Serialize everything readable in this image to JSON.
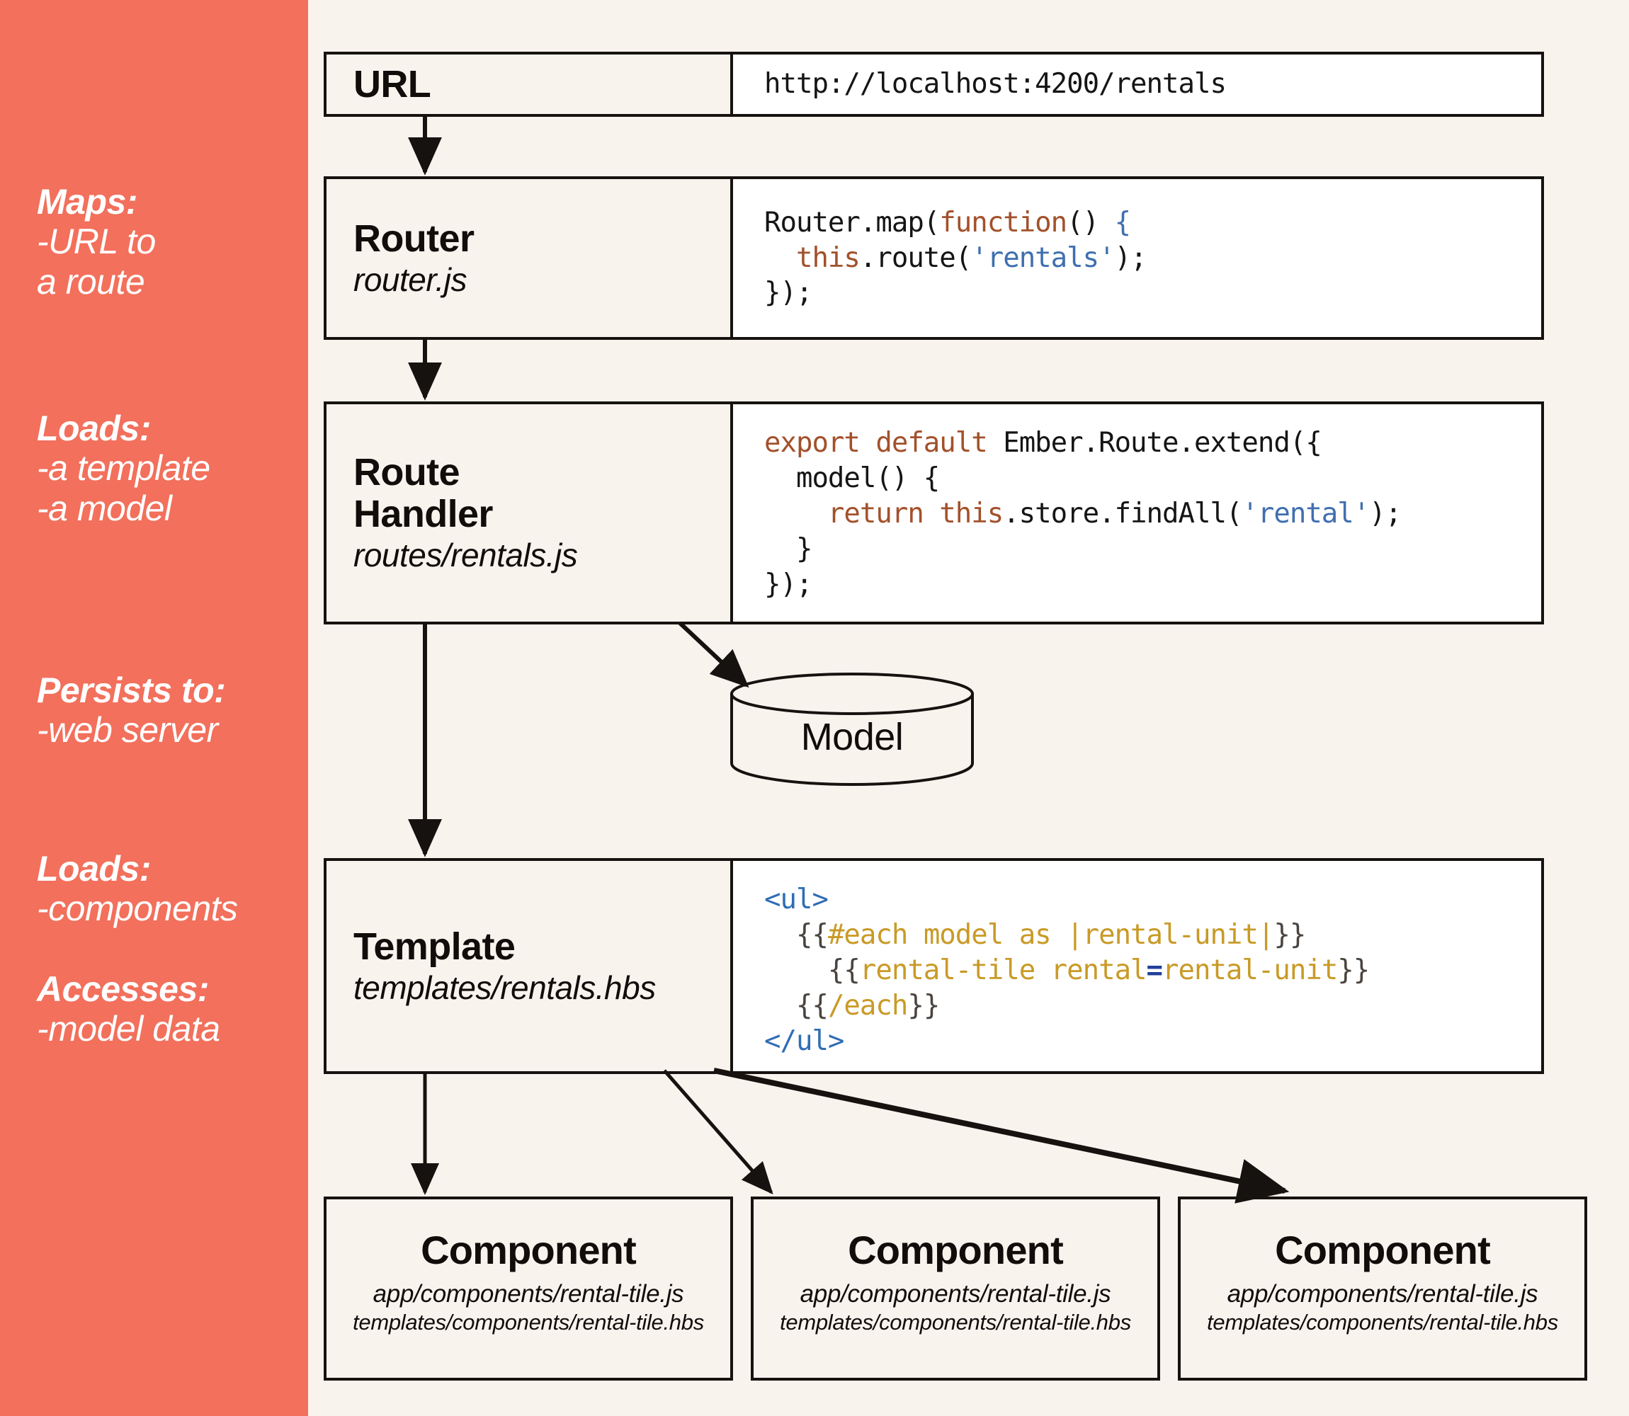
{
  "colors": {
    "sidebar_bg": "#f2705c",
    "page_bg": "#f9f3ee",
    "box_border": "#16120f",
    "code_bg": "#ffffff",
    "syntax_keyword": "#a2512b",
    "syntax_string": "#3f6fb0",
    "syntax_tag": "#2f6db5",
    "syntax_handlebars": "#c99a26",
    "syntax_equals": "#21409a",
    "text": "#100d0b"
  },
  "sidebar": {
    "groups": [
      {
        "heading": "Maps:",
        "lines": [
          "-URL to",
          "a route"
        ]
      },
      {
        "heading": "Loads:",
        "lines": [
          "-a template",
          "-a model"
        ]
      },
      {
        "heading": "Persists to:",
        "lines": [
          "-web server"
        ]
      },
      {
        "heading": "Loads:",
        "lines": [
          "-components"
        ]
      },
      {
        "heading": "Accesses:",
        "lines": [
          "-model data"
        ]
      }
    ]
  },
  "flow": {
    "url": {
      "title": "URL",
      "subtitle": "",
      "code_lines": [
        "http://localhost:4200/rentals"
      ]
    },
    "router": {
      "title": "Router",
      "subtitle": "router.js",
      "code_lines": [
        "Router.map(function() {",
        "  this.route('rentals');",
        "});"
      ]
    },
    "route_handler": {
      "title_line1": "Route",
      "title_line2": "Handler",
      "subtitle": "routes/rentals.js",
      "code_lines": [
        "export default Ember.Route.extend({",
        "  model() {",
        "    return this.store.findAll('rental');",
        "  }",
        "});"
      ]
    },
    "model": {
      "label": "Model"
    },
    "template": {
      "title": "Template",
      "subtitle": "templates/rentals.hbs",
      "code_lines": [
        "<ul>",
        "  {{#each model as |rental-unit|}}",
        "    {{rental-tile rental=rental-unit}}",
        "  {{/each}}",
        "</ul>"
      ]
    },
    "components": [
      {
        "title": "Component",
        "line1": "app/components/rental-tile.js",
        "line2": "templates/components/rental-tile.hbs"
      },
      {
        "title": "Component",
        "line1": "app/components/rental-tile.js",
        "line2": "templates/components/rental-tile.hbs"
      },
      {
        "title": "Component",
        "line1": "app/components/rental-tile.js",
        "line2": "templates/components/rental-tile.hbs"
      }
    ]
  }
}
